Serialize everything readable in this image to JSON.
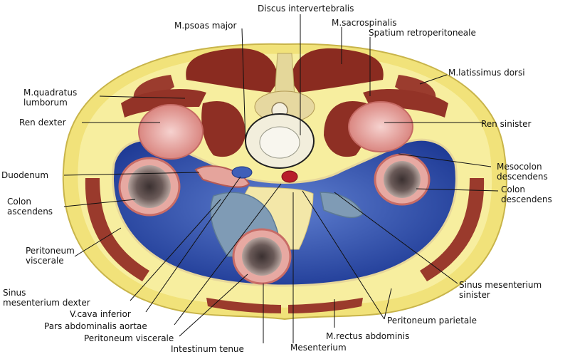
{
  "labels": {
    "discus": "Discus intervertebralis",
    "psoas": "M.psoas major",
    "sacrospinalis": "M.sacrospinalis",
    "spatium": "Spatium retroperitoneale",
    "latissimus": "M.latissimus dorsi",
    "quadratus_1": "M.quadratus",
    "quadratus_2": "lumborum",
    "ren_dexter": "Ren dexter",
    "ren_sinister": "Ren sinister",
    "duodenum": "Duodenum",
    "mesocolon_1": "Mesocolon",
    "mesocolon_2": "descendens",
    "colon_asc_1": "Colon",
    "colon_asc_2": "ascendens",
    "colon_desc_1": "Colon",
    "colon_desc_2": "descendens",
    "perit_visc_1": "Peritoneum",
    "perit_visc_2": "viscerale",
    "sinus_dex_1": "Sinus",
    "sinus_dex_2": "mesenterium dexter",
    "sinus_sin_1": "Sinus mesenterium",
    "sinus_sin_2": "sinister",
    "vcava": "V.cava inferior",
    "aorta": "Pars abdominalis aortae",
    "perit_visc_b": "Peritoneum viscerale",
    "intestinum": "Intestinum tenue",
    "mesenterium": "Mesenterium",
    "rectus": "M.rectus abdominis",
    "perit_pariet": "Peritoneum parietale"
  },
  "colors": {
    "fat": "#f2e58a",
    "skin": "#f7f1b3",
    "muscle": "#8c2e22",
    "muscle_light": "#a4453a",
    "cavity": "#2b4aa8",
    "cavity_light": "#5a74c6",
    "kidney": "#e9a6a0",
    "bone": "#f4f0e0",
    "intestine": "#7f9cb5"
  }
}
